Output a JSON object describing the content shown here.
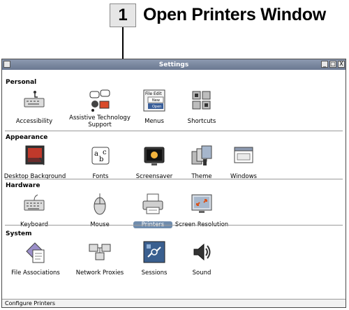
{
  "callout": {
    "number": "1",
    "title": "Open Printers Window"
  },
  "window": {
    "title": "Settings",
    "controls": {
      "minimize": "_",
      "maximize": "□",
      "close": "X"
    }
  },
  "sections": [
    {
      "title": "Personal",
      "items": [
        {
          "label": "Accessibility",
          "icon": "keyboard-wheelchair-icon"
        },
        {
          "label": "Assistive Technology Support",
          "line1": "Assistive Technology",
          "line2": "Support",
          "icon": "speech-bubbles-icon"
        },
        {
          "label": "Menus",
          "icon": "menus-icon",
          "menu_lines": [
            "File Edit",
            "New",
            "Open"
          ]
        },
        {
          "label": "Shortcuts",
          "icon": "shortcuts-icon"
        }
      ]
    },
    {
      "title": "Appearance",
      "items": [
        {
          "label": "Desktop Background",
          "icon": "desktop-background-icon"
        },
        {
          "label": "Fonts",
          "icon": "fonts-icon",
          "glyphs": "abc"
        },
        {
          "label": "Screensaver",
          "icon": "screensaver-icon"
        },
        {
          "label": "Theme",
          "icon": "theme-icon"
        },
        {
          "label": "Windows",
          "icon": "windows-icon"
        }
      ]
    },
    {
      "title": "Hardware",
      "items": [
        {
          "label": "Keyboard",
          "icon": "keyboard-icon"
        },
        {
          "label": "Mouse",
          "icon": "mouse-icon"
        },
        {
          "label": "Printers",
          "icon": "printer-icon",
          "selected": true
        },
        {
          "label": "Screen Resolution",
          "icon": "screen-resolution-icon"
        }
      ]
    },
    {
      "title": "System",
      "items": [
        {
          "label": "File Associations",
          "icon": "file-associations-icon"
        },
        {
          "label": "Network Proxies",
          "icon": "network-proxies-icon"
        },
        {
          "label": "Sessions",
          "icon": "sessions-icon"
        },
        {
          "label": "Sound",
          "icon": "sound-icon"
        }
      ]
    }
  ],
  "statusbar": {
    "text": "Configure Printers"
  },
  "colors": {
    "titlebar": "#7a879e",
    "selection": "#6f8cad"
  }
}
